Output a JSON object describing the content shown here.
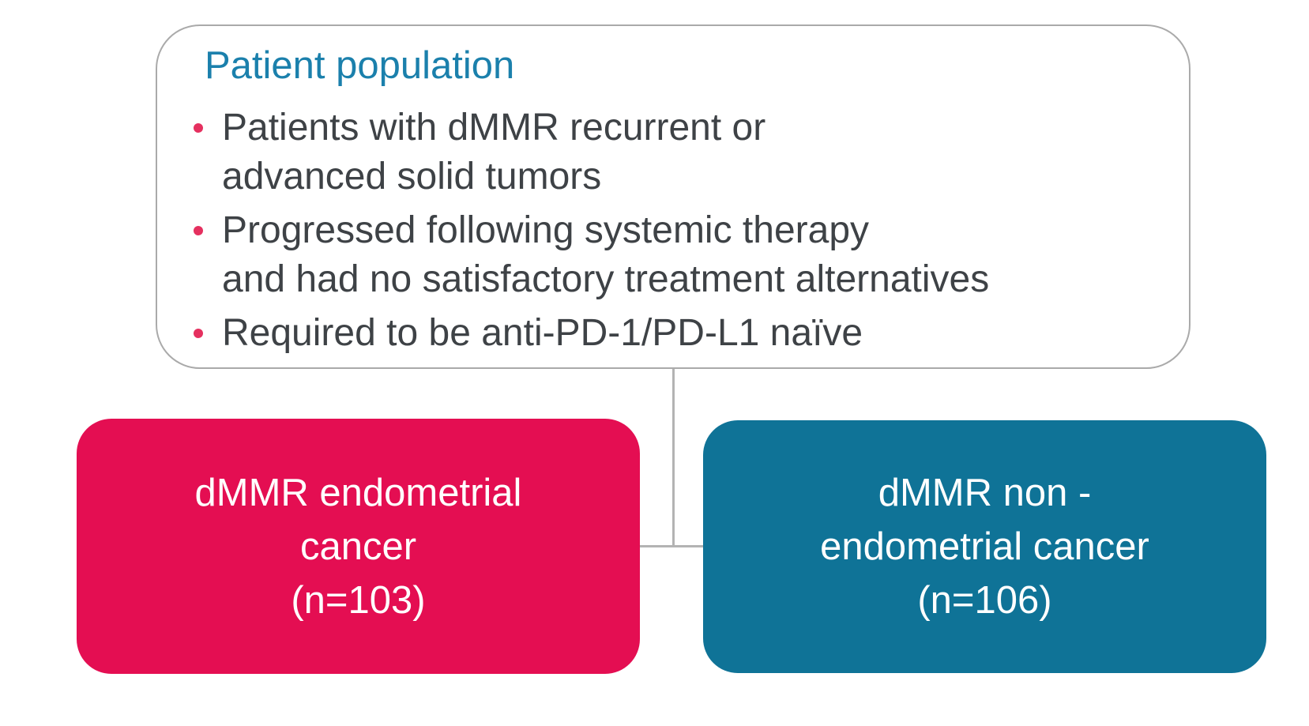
{
  "diagram": {
    "population": {
      "title": "Patient population",
      "bullets": [
        {
          "lines": [
            "Patients with dMMR recurrent or",
            "advanced solid tumors"
          ]
        },
        {
          "lines": [
            "Progressed following systemic therapy",
            "and had no satisfactory treatment alternatives"
          ]
        },
        {
          "lines": [
            "Required to be anti-PD-1/PD-L1 naïve"
          ]
        }
      ]
    },
    "arms": [
      {
        "lines": [
          "dMMR endometrial",
          "cancer",
          "(n=103)"
        ],
        "color": "#E40E52"
      },
      {
        "lines": [
          "dMMR non -",
          "endometrial cancer",
          "(n=106)"
        ],
        "color": "#0F7397"
      }
    ],
    "colors": {
      "title_blue": "#1B80AC",
      "body_text": "#3E4246",
      "bullet_red": "#E5305F",
      "endometrial_pink": "#E40E52",
      "non_endometrial_blue": "#0F7397",
      "outline_gray": "#AAAAAA",
      "connector_gray": "#B3B3B3",
      "background": "#FFFFFF"
    }
  }
}
